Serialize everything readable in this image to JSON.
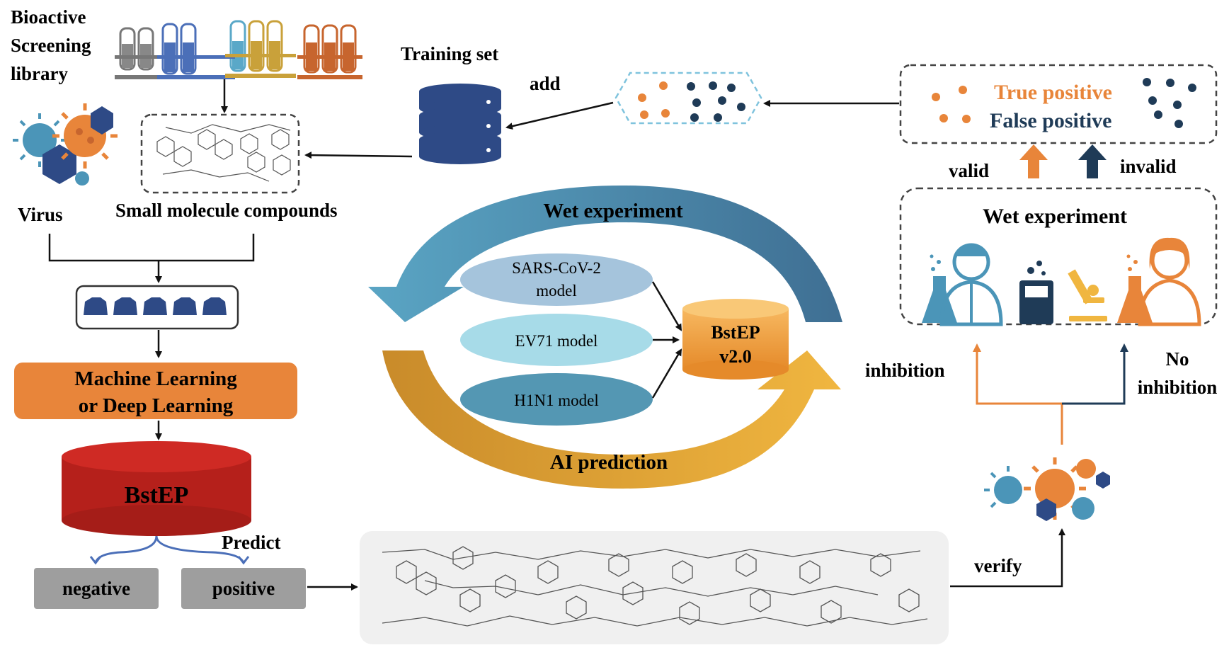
{
  "library": {
    "line1": "Bioactive",
    "line2": "Screening",
    "line3": "library"
  },
  "virus_label": "Virus",
  "compounds_label": "Small molecule compounds",
  "training_set": "Training set",
  "add_label": "add",
  "result_box": {
    "true_positive": "True positive",
    "false_positive": "False positive"
  },
  "valid_label": "valid",
  "invalid_label": "invalid",
  "wet_experiment_right": "Wet experiment",
  "inhibition_label": "inhibition",
  "no_inhibition": {
    "line1": "No",
    "line2": "inhibition"
  },
  "cycle": {
    "wet_experiment": "Wet experiment",
    "ai_prediction": "AI prediction",
    "models": [
      "SARS-CoV-2",
      "model",
      "EV71 model",
      "H1N1 model"
    ],
    "bstep2": {
      "line1": "BstEP",
      "line2": "v2.0"
    }
  },
  "ml_box": {
    "line1": "Machine  Learning",
    "line2": "or Deep Learning"
  },
  "bstep_db": "BstEP",
  "predict_label": "Predict",
  "negative_label": "negative",
  "positive_label": "positive",
  "verify_label": "verify",
  "colors": {
    "orange": "#e8853a",
    "navy": "#1f3b57",
    "red": "#b5201b",
    "blue_arrow": "#4a8db0",
    "gold_arrow": "#e0a83a",
    "db_blue": "#2e4a86"
  }
}
